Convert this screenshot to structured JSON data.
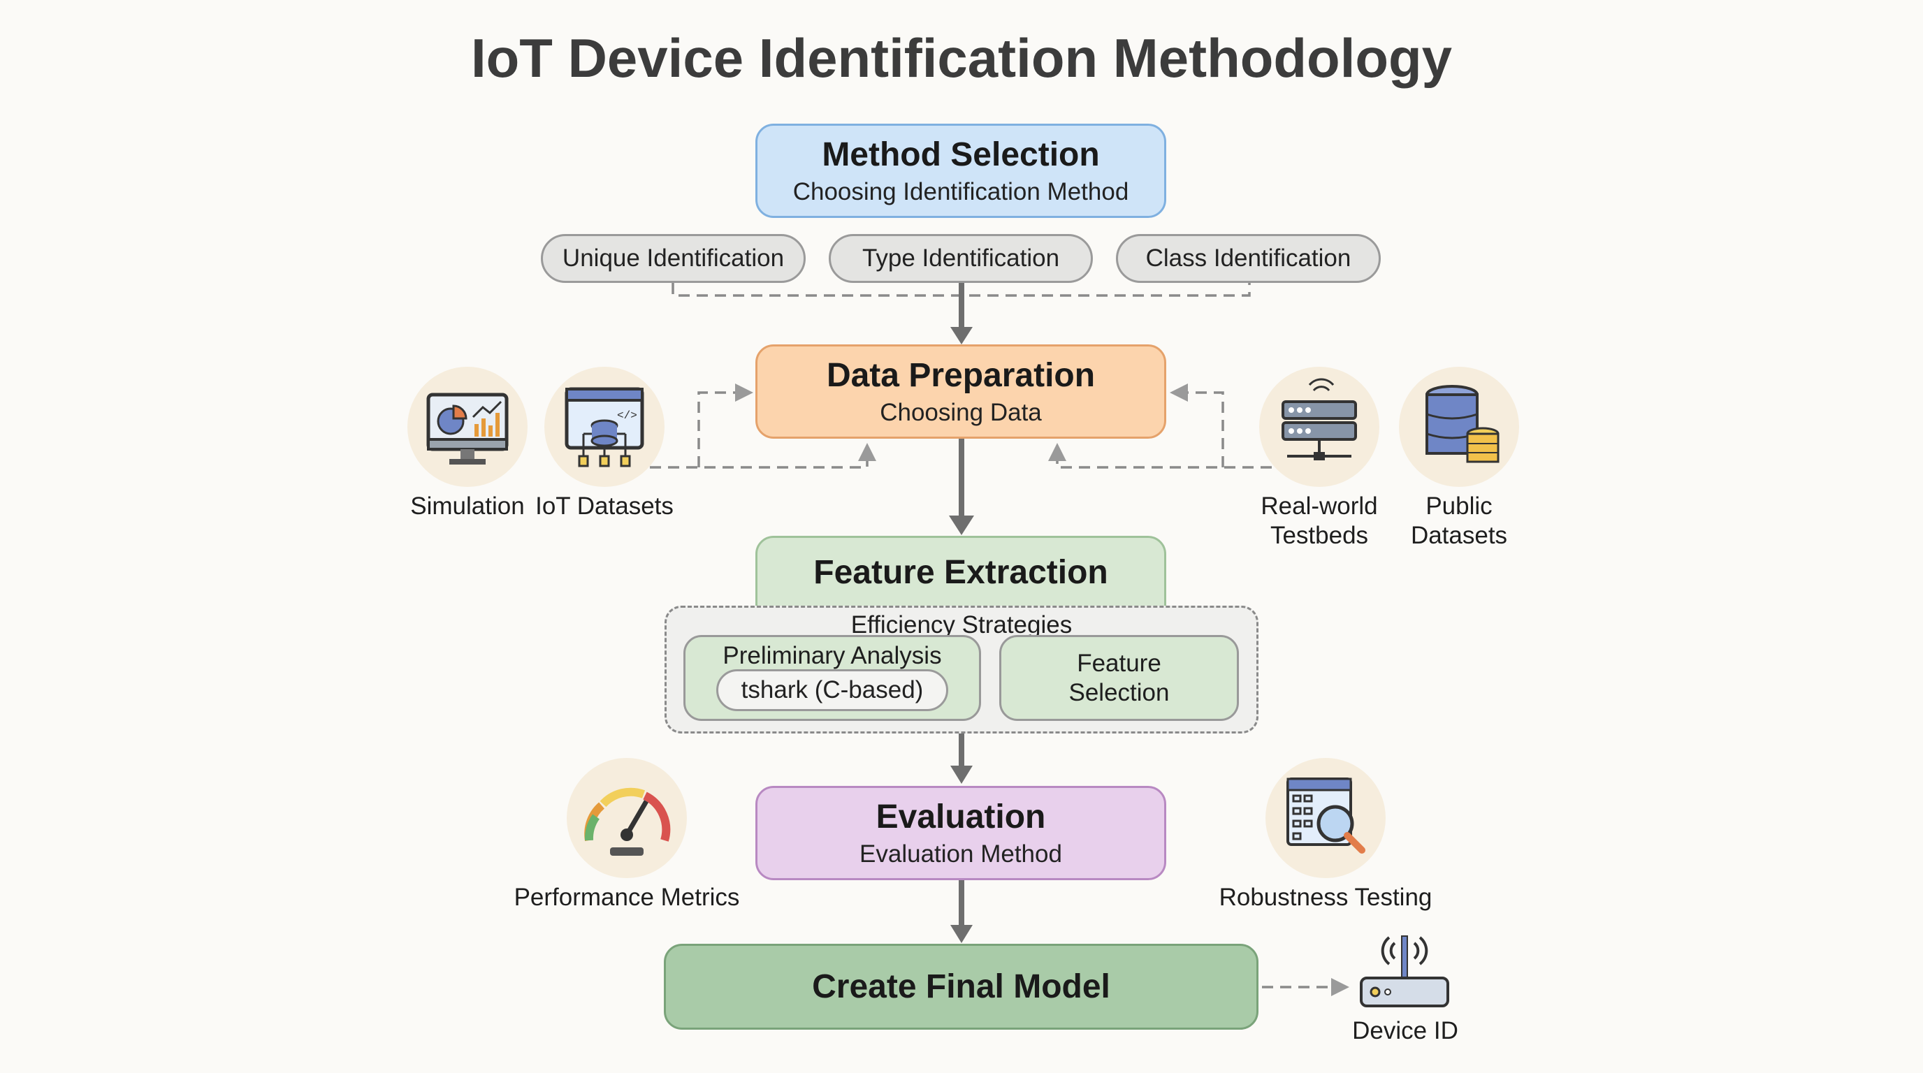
{
  "title": "IoT Device Identification Methodology",
  "method_selection": {
    "heading": "Method Selection",
    "subtitle": "Choosing Identification Method",
    "options": [
      "Unique Identification",
      "Type Identification",
      "Class Identification"
    ]
  },
  "data_preparation": {
    "heading": "Data Preparation",
    "subtitle": "Choosing Data",
    "sources_left": [
      {
        "label": "Simulation",
        "icon": "monitor-chart-icon"
      },
      {
        "label": "IoT Datasets",
        "icon": "database-window-icon"
      }
    ],
    "sources_right": [
      {
        "label": "Real-world Testbeds",
        "icon": "server-rack-icon"
      },
      {
        "label": "Public Datasets",
        "icon": "database-stack-icon"
      }
    ]
  },
  "feature_extraction": {
    "heading": "Feature Extraction",
    "strategies_label": "Efficiency Strategies",
    "preliminary": "Preliminary Analysis",
    "tool": "tshark (C-based)",
    "selection": "Feature Selection"
  },
  "evaluation": {
    "heading": "Evaluation",
    "subtitle": "Evaluation Method",
    "left": {
      "label": "Performance Metrics",
      "icon": "gauge-icon"
    },
    "right": {
      "label": "Robustness Testing",
      "icon": "magnifier-table-icon"
    }
  },
  "final": {
    "heading": "Create Final Model",
    "output_label": "Device ID",
    "output_icon": "router-icon"
  },
  "colors": {
    "blue": "#cfe4f8",
    "orange": "#fcd4ad",
    "green_light": "#d8e8d3",
    "purple": "#e8d0ec",
    "green_dark": "#a9cba8"
  }
}
